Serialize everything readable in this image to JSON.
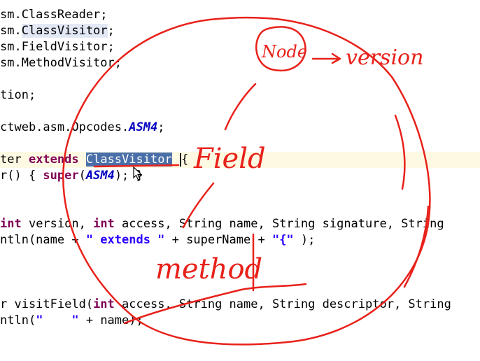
{
  "editor": {
    "lines": [
      {
        "segments": [
          {
            "t": "sm.ClassReader;",
            "c": ""
          }
        ]
      },
      {
        "segments": [
          {
            "t": "sm.",
            "c": ""
          },
          {
            "t": "ClassVisitor",
            "c": "occ"
          },
          {
            "t": ";",
            "c": ""
          }
        ]
      },
      {
        "segments": [
          {
            "t": "sm.FieldVisitor;",
            "c": ""
          }
        ]
      },
      {
        "segments": [
          {
            "t": "sm.MethodVisitor;",
            "c": ""
          }
        ]
      },
      {
        "segments": []
      },
      {
        "segments": [
          {
            "t": "tion;",
            "c": ""
          }
        ]
      },
      {
        "segments": []
      },
      {
        "segments": [
          {
            "t": "ctweb.asm.Opcodes.",
            "c": ""
          },
          {
            "t": "ASM4",
            "c": "const"
          },
          {
            "t": ";",
            "c": ""
          }
        ]
      },
      {
        "segments": []
      },
      {
        "current": true,
        "segments": [
          {
            "t": "ter ",
            "c": ""
          },
          {
            "t": "extends",
            "c": "kw"
          },
          {
            "t": " ",
            "c": ""
          },
          {
            "t": "ClassVisitor",
            "c": "sel"
          },
          {
            "t": " {",
            "c": "caret"
          }
        ]
      },
      {
        "segments": [
          {
            "t": "r() { ",
            "c": ""
          },
          {
            "t": "super",
            "c": "kw"
          },
          {
            "t": "(",
            "c": ""
          },
          {
            "t": "ASM4",
            "c": "const"
          },
          {
            "t": "); }",
            "c": ""
          }
        ]
      },
      {
        "segments": []
      },
      {
        "segments": []
      },
      {
        "segments": [
          {
            "t": "int",
            "c": "kw"
          },
          {
            "t": " version, ",
            "c": ""
          },
          {
            "t": "int",
            "c": "kw"
          },
          {
            "t": " access, String name, String signature, String",
            "c": ""
          }
        ]
      },
      {
        "segments": [
          {
            "t": "ntln(name + ",
            "c": ""
          },
          {
            "t": "\" extends \"",
            "c": "str"
          },
          {
            "t": " + superName + ",
            "c": ""
          },
          {
            "t": "\"{\"",
            "c": "str"
          },
          {
            "t": " );",
            "c": ""
          }
        ]
      },
      {
        "segments": []
      },
      {
        "segments": []
      },
      {
        "segments": []
      },
      {
        "segments": [
          {
            "t": "r visitField(",
            "c": ""
          },
          {
            "t": "int",
            "c": "kw"
          },
          {
            "t": " access, String name, String descriptor, String",
            "c": ""
          }
        ]
      },
      {
        "segments": [
          {
            "t": "ntln(",
            "c": ""
          },
          {
            "t": "\"    \"",
            "c": "str"
          },
          {
            "t": " + name);",
            "c": ""
          }
        ]
      }
    ]
  },
  "annotations": {
    "node_label": "Node",
    "version_label": "version",
    "field_label": "Field",
    "method_label": "method",
    "ink_color": "#e8211a"
  }
}
